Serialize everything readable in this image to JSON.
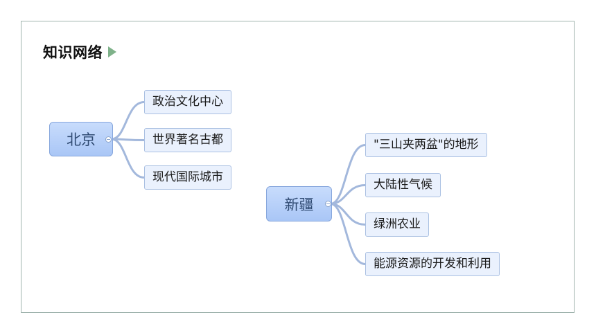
{
  "title": "知识网络",
  "colors": {
    "link": "#a3b8dc",
    "hub_fill": "#b5cff9",
    "leaf_fill": "#eaf1fd",
    "arrow": "#7fb28a"
  },
  "icons": {
    "title_arrow": "play-triangle-icon",
    "collapse": "collapse-minus-icon"
  },
  "mindmap": [
    {
      "topic": "北京",
      "children": [
        "政治文化中心",
        "世界著名古都",
        "现代国际城市"
      ]
    },
    {
      "topic": "新疆",
      "children": [
        "\"三山夹两盆\"的地形",
        "大陆性气候",
        "绿洲农业",
        "能源资源的开发和利用"
      ]
    }
  ]
}
